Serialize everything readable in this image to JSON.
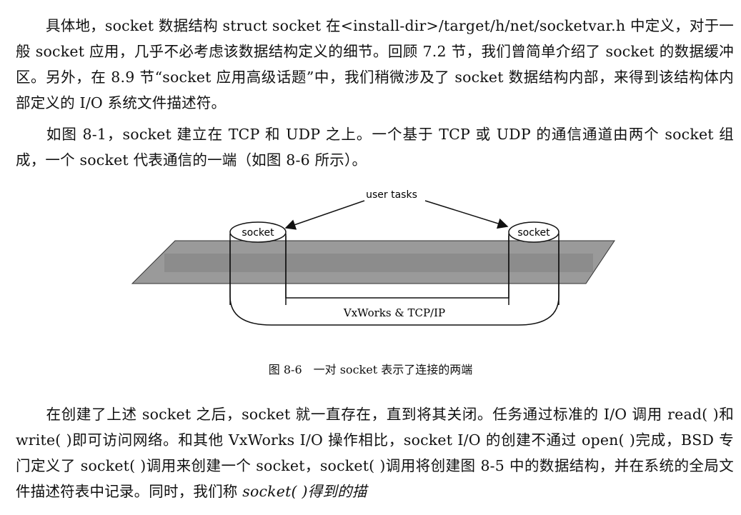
{
  "paragraphs": {
    "p1": "具体地，socket 数据结构 struct socket 在<install-dir>/target/h/net/socketvar.h 中定义，对于一般 socket 应用，几乎不必考虑该数据结构定义的细节。回顾 7.2 节，我们曾简单介绍了 socket 的数据缓冲区。另外，在 8.9 节“socket 应用高级话题”中，我们稍微涉及了 socket 数据结构内部，来得到该结构体内部定义的 I/O 系统文件描述符。",
    "p2": "如图 8-1，socket 建立在 TCP 和 UDP 之上。一个基于 TCP 或 UDP 的通信通道由两个 socket 组成，一个 socket 代表通信的一端（如图 8-6 所示）。",
    "p3_main": "在创建了上述 socket 之后，socket 就一直存在，直到将其关闭。任务通过标准的 I/O 调用 read( )和 write( )即可访问网络。和其他 VxWorks I/O 操作相比，socket I/O 的创建不通过 open( )完成，BSD 专门定义了 socket( )调用来创建一个 socket，socket( )调用将创建图 8-5 中的数据结构，并在系统的全局文件描述符表中记录。同时，我们称 ",
    "p3_italic": "socket( )得到的描"
  },
  "figure": {
    "user_tasks_label": "user tasks",
    "left_socket_label": "socket",
    "right_socket_label": "socket",
    "stack_label": "VxWorks & TCP/IP"
  },
  "caption": "图 8-6　一对 socket 表示了连接的两端"
}
